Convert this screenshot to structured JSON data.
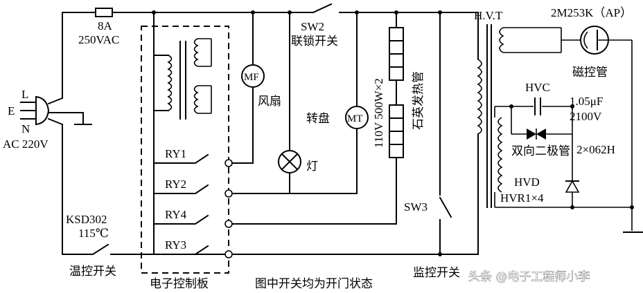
{
  "labels": {
    "fuse_rating": "8A",
    "fuse_voltage": "250VAC",
    "plug_L": "L",
    "plug_E": "E",
    "plug_N": "N",
    "mains": "AC 220V",
    "thermostat_model": "KSD302",
    "thermostat_temp": "115℃",
    "thermostat_name": "温控开关",
    "board_name": "电子控制板",
    "relay1": "RY1",
    "relay2": "RY2",
    "relay4": "RY4",
    "relay3": "RY3",
    "fan_symbol": "MF",
    "fan_name": "风扇",
    "sw2_name": "SW2",
    "sw2_desc": "联锁开关",
    "lamp_name": "灯",
    "turntable_name": "转盘",
    "turntable_symbol": "MT",
    "heater_rating": "110V 500W×2",
    "heater_name": "石英发热管",
    "sw3_name": "SW3",
    "monitor_switch": "监控开关",
    "note": "图中开关均为开门状态",
    "transformer": "H.V.T",
    "magnetron_model": "2M253K（AP）",
    "magnetron_name": "磁控管",
    "hvc_name": "HVC",
    "hvc_value": "1.05μF",
    "hvc_voltage": "2100V",
    "bidirectional_diode": "双向二极管",
    "diode_part": "2×062H",
    "hvd_name": "HVD",
    "hvd_part": "HVR1×4",
    "watermark": "头条 @电子工程师小李"
  }
}
